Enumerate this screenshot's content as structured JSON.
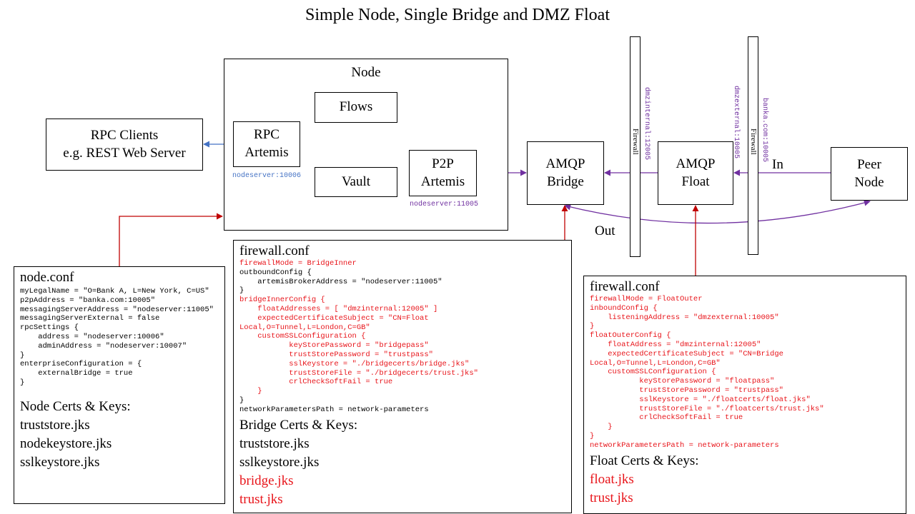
{
  "title": "Simple Node, Single Bridge and DMZ Float",
  "colors": {
    "config_red": "#e8141a",
    "arrow_purple": "#7030a0",
    "arrow_blue": "#4472c4",
    "link_red": "#c00000"
  },
  "node_box": {
    "label": "Node"
  },
  "rpc_clients": {
    "line1": "RPC Clients",
    "line2": "e.g. REST Web Server"
  },
  "rpc_artemis": {
    "line1": "RPC",
    "line2": "Artemis",
    "port": "nodeserver:10006"
  },
  "flows": {
    "label": "Flows"
  },
  "vault": {
    "label": "Vault"
  },
  "p2p_artemis": {
    "line1": "P2P",
    "line2": "Artemis",
    "port": "nodeserver:11005"
  },
  "amqp_bridge": {
    "line1": "AMQP",
    "line2": "Bridge"
  },
  "amqp_float": {
    "line1": "AMQP",
    "line2": "Float"
  },
  "peer_node": {
    "line1": "Peer",
    "line2": "Node"
  },
  "firewall_inner": {
    "label": "Firewall",
    "port": "dmzinternal:12005"
  },
  "firewall_outer": {
    "label": "Firewall",
    "port_dmz": "dmzexternal:10005",
    "port_public": "banka.com:10005"
  },
  "labels": {
    "in": "In",
    "out": "Out"
  },
  "node_conf": {
    "title": "node.conf",
    "lines": [
      "myLegalName = \"O=Bank A, L=New York, C=US\"",
      "p2pAddress = \"banka.com:10005\"",
      "messagingServerAddress = \"nodeserver:11005\"",
      "messagingServerExternal = false",
      "rpcSettings {",
      "    address = \"nodeserver:10006\"",
      "    adminAddress = \"nodeserver:10007\"",
      "}",
      "enterpriseConfiguration = {",
      "    externalBridge = true",
      "}"
    ],
    "certs_title": "Node Certs & Keys:",
    "certs": [
      "truststore.jks",
      "nodekeystore.jks",
      "sslkeystore.jks"
    ]
  },
  "bridge_conf": {
    "title": "firewall.conf",
    "lines": [
      {
        "text": "firewallMode = BridgeInner",
        "color": "red"
      },
      {
        "text": "outboundConfig {",
        "color": "black"
      },
      {
        "text": "    artemisBrokerAddress = \"nodeserver:11005\"",
        "color": "black"
      },
      {
        "text": "}",
        "color": "black"
      },
      {
        "text": "bridgeInnerConfig {",
        "color": "red"
      },
      {
        "text": "    floatAddresses = [ \"dmzinternal:12005\" ]",
        "color": "red"
      },
      {
        "text": "    expectedCertificateSubject = \"CN=Float",
        "color": "red"
      },
      {
        "text": "Local,O=Tunnel,L=London,C=GB\"",
        "color": "red"
      },
      {
        "text": "    customSSLConfiguration {",
        "color": "red"
      },
      {
        "text": "           keyStorePassword = \"bridgepass\"",
        "color": "red"
      },
      {
        "text": "           trustStorePassword = \"trustpass\"",
        "color": "red"
      },
      {
        "text": "           sslKeystore = \"./bridgecerts/bridge.jks\"",
        "color": "red"
      },
      {
        "text": "           trustStoreFile = \"./bridgecerts/trust.jks\"",
        "color": "red"
      },
      {
        "text": "           crlCheckSoftFail = true",
        "color": "red"
      },
      {
        "text": "    }",
        "color": "red"
      },
      {
        "text": "}",
        "color": "black"
      },
      {
        "text": "networkParametersPath = network-parameters",
        "color": "black"
      }
    ],
    "certs_title": "Bridge Certs & Keys:",
    "certs": [
      {
        "text": "truststore.jks",
        "color": "black"
      },
      {
        "text": "sslkeystore.jks",
        "color": "black"
      },
      {
        "text": "bridge.jks",
        "color": "red"
      },
      {
        "text": "trust.jks",
        "color": "red"
      }
    ]
  },
  "float_conf": {
    "title": "firewall.conf",
    "lines": [
      {
        "text": "firewallMode = FloatOuter",
        "color": "red"
      },
      {
        "text": "inboundConfig {",
        "color": "red"
      },
      {
        "text": "    listeningAddress = \"dmzexternal:10005\"",
        "color": "red"
      },
      {
        "text": "}",
        "color": "red"
      },
      {
        "text": "floatOuterConfig {",
        "color": "red"
      },
      {
        "text": "    floatAddress = \"dmzinternal:12005\"",
        "color": "red"
      },
      {
        "text": "    expectedCertificateSubject = \"CN=Bridge",
        "color": "red"
      },
      {
        "text": "Local,O=Tunnel,L=London,C=GB\"",
        "color": "red"
      },
      {
        "text": "    customSSLConfiguration {",
        "color": "red"
      },
      {
        "text": "           keyStorePassword = \"floatpass\"",
        "color": "red"
      },
      {
        "text": "           trustStorePassword = \"trustpass\"",
        "color": "red"
      },
      {
        "text": "           sslKeystore = \"./floatcerts/float.jks\"",
        "color": "red"
      },
      {
        "text": "           trustStoreFile = \"./floatcerts/trust.jks\"",
        "color": "red"
      },
      {
        "text": "           crlCheckSoftFail = true",
        "color": "red"
      },
      {
        "text": "    }",
        "color": "red"
      },
      {
        "text": "}",
        "color": "red"
      },
      {
        "text": "networkParametersPath = network-parameters",
        "color": "red"
      }
    ],
    "certs_title": "Float Certs & Keys:",
    "certs": [
      {
        "text": "float.jks",
        "color": "red"
      },
      {
        "text": "trust.jks",
        "color": "red"
      }
    ]
  }
}
